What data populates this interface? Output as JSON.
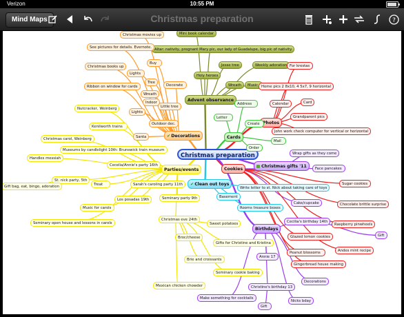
{
  "status_bar": {
    "carrier": "Verizon",
    "time": "10:55 PM",
    "battery_level": 0.9
  },
  "toolbar": {
    "mind_maps_label": "Mind Maps",
    "title": "Christmas preparation",
    "icons": [
      "edit-icon",
      "play-back-icon",
      "undo-icon",
      "redo-icon",
      "trash-icon",
      "add-child-icon",
      "add-icon",
      "link-icon",
      "spline-icon",
      "help-icon"
    ]
  },
  "colors": {
    "yellow": "#f2e600",
    "orange": "#ff9a2a",
    "olive": "#7a8a2a",
    "green": "#3cc83c",
    "red": "#ee2020",
    "purple": "#9a3cf0",
    "cyan": "#22c8e8",
    "blue": "#2a55d8"
  },
  "mindmap": {
    "center": "Christmas preparation",
    "nodes": [
      {
        "id": "c",
        "label": "Christmas preparation"
      },
      {
        "id": "advent",
        "label": "Advent observance"
      },
      {
        "id": "cards",
        "label": "Cards"
      },
      {
        "id": "photos",
        "label": "Photos"
      },
      {
        "id": "gifts",
        "label": "Christmas gifts '11"
      },
      {
        "id": "cookies",
        "label": "Cookies"
      },
      {
        "id": "birthdays",
        "label": "Birthdays"
      },
      {
        "id": "clean",
        "label": "Clean out toys"
      },
      {
        "id": "parties",
        "label": "Parties/events"
      },
      {
        "id": "decor",
        "label": "Decorations"
      },
      {
        "id": "calendar",
        "label": "Mini book calendar"
      },
      {
        "id": "altar",
        "label": "Altar: nativity, pregnant Mary pic, our lady of Guadalupe, big pic of nativity"
      },
      {
        "id": "holyh",
        "label": "Holy heroes"
      },
      {
        "id": "jesse",
        "label": "Jesse tree"
      },
      {
        "id": "weekly",
        "label": "Weekly adoration"
      },
      {
        "id": "wreath1",
        "label": "Wreath"
      },
      {
        "id": "music",
        "label": "Music"
      },
      {
        "id": "address",
        "label": "Address"
      },
      {
        "id": "letter",
        "label": "Letter"
      },
      {
        "id": "create",
        "label": "Create"
      },
      {
        "id": "mail",
        "label": "Mail"
      },
      {
        "id": "order",
        "label": "Order"
      },
      {
        "id": "forkrestas",
        "label": "For krestas"
      },
      {
        "id": "homepics",
        "label": "Home pics 2 8x10, 4 5x7, 9 horizontal"
      },
      {
        "id": "pcalendar",
        "label": "Calendar"
      },
      {
        "id": "pcard",
        "label": "Card"
      },
      {
        "id": "grandpics",
        "label": "Grandparent pics"
      },
      {
        "id": "johnwork",
        "label": "John work check computer for vertical or horizontal"
      },
      {
        "id": "wrap",
        "label": "Wrap gifts as they come"
      },
      {
        "id": "face",
        "label": "Face pancakes"
      },
      {
        "id": "sugar",
        "label": "Sugar cookies"
      },
      {
        "id": "choco",
        "label": "Chocolate brittle surprise"
      },
      {
        "id": "caketop",
        "label": "Cake/cupcake"
      },
      {
        "id": "cecilia14",
        "label": "Cecilia's birthday 14th"
      },
      {
        "id": "raspberry",
        "label": "Raspberry pinwheels"
      },
      {
        "id": "glazed",
        "label": "Glazed lemon cookies"
      },
      {
        "id": "gift1",
        "label": "Gift"
      },
      {
        "id": "andes",
        "label": "Andes mint recipe"
      },
      {
        "id": "peanut",
        "label": "Peanut blossoms"
      },
      {
        "id": "ginger",
        "label": "Gingerbread house making"
      },
      {
        "id": "writeletter",
        "label": "Write letter to st. Nick about taking care of toys"
      },
      {
        "id": "basement",
        "label": "Basement"
      },
      {
        "id": "rooms",
        "label": "Rooms treasure boxes"
      },
      {
        "id": "annie17",
        "label": "Annie 17"
      },
      {
        "id": "decorations2",
        "label": "Decorations"
      },
      {
        "id": "christine13",
        "label": "Christine's birthday 13"
      },
      {
        "id": "nicksbday",
        "label": "Nicks bday"
      },
      {
        "id": "cocktails",
        "label": "Make something for cocktails"
      },
      {
        "id": "gift2",
        "label": "Gift"
      },
      {
        "id": "moviesup",
        "label": "Christmas movies up"
      },
      {
        "id": "seepics",
        "label": "See pictures for details. Evernote."
      },
      {
        "id": "booksup",
        "label": "Christmas books up"
      },
      {
        "id": "buy",
        "label": "Buy"
      },
      {
        "id": "lights1",
        "label": "Lights"
      },
      {
        "id": "ribbon",
        "label": "Ribbon on window for cards"
      },
      {
        "id": "tree",
        "label": "Tree"
      },
      {
        "id": "decorate",
        "label": "Decorate"
      },
      {
        "id": "wreath2",
        "label": "Wreath"
      },
      {
        "id": "indoor",
        "label": "Indoor"
      },
      {
        "id": "littletree",
        "label": "Little tree"
      },
      {
        "id": "lights2",
        "label": "Lights"
      },
      {
        "id": "outdoor",
        "label": "Outdoor dec."
      },
      {
        "id": "santa",
        "label": "Santa"
      },
      {
        "id": "nutcracker",
        "label": "Nutcracker, Weinberg"
      },
      {
        "id": "kenilworth",
        "label": "Kenilworth trains"
      },
      {
        "id": "carol",
        "label": "Christmas carol, Weinberg"
      },
      {
        "id": "museums",
        "label": "Museums by candlelight 10th: Brunswick train museum"
      },
      {
        "id": "handel",
        "label": "Handles messiah"
      },
      {
        "id": "cecelia16",
        "label": "Cecelia/Annie's party 16th"
      },
      {
        "id": "stnick",
        "label": "St. nick party, 5th"
      },
      {
        "id": "treat",
        "label": "Treat"
      },
      {
        "id": "giftbag",
        "label": "Gift bag, eat, bingo, adoration"
      },
      {
        "id": "sarah",
        "label": "Sarah's caroling party 11th"
      },
      {
        "id": "posadas",
        "label": "Los posadas 19th"
      },
      {
        "id": "musiccarols",
        "label": "Music for carols"
      },
      {
        "id": "seminary9",
        "label": "Seminary party 9th"
      },
      {
        "id": "seminaryopen",
        "label": "Seminary open house and lessons in carols"
      },
      {
        "id": "eve24",
        "label": "Christmas eve 24th"
      },
      {
        "id": "sweetpot",
        "label": "Sweet potatoes"
      },
      {
        "id": "brocc",
        "label": "Broc/cheese"
      },
      {
        "id": "giftschris",
        "label": "Gifts for Christine and Kristina"
      },
      {
        "id": "brie",
        "label": "Brie and croissants"
      },
      {
        "id": "semcookie",
        "label": "Seminary cookie baking"
      },
      {
        "id": "chowder",
        "label": "Mexican chicken chowder"
      }
    ]
  }
}
